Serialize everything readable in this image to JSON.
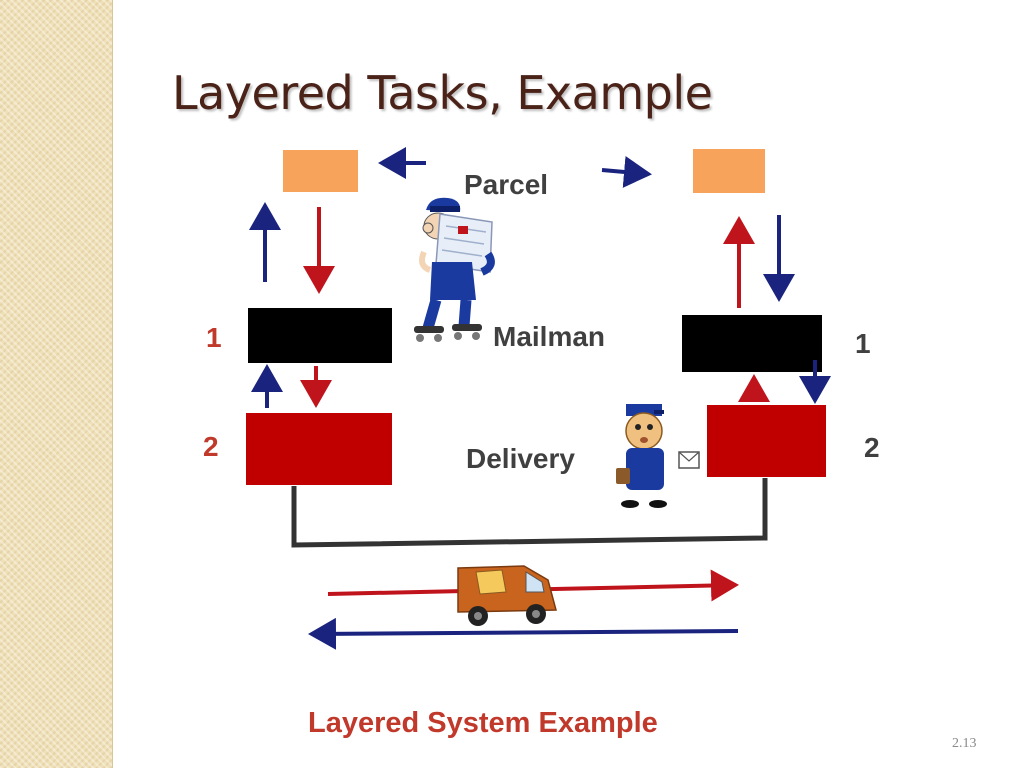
{
  "slide": {
    "title": "Layered Tasks, Example",
    "slide_number": "2.13"
  },
  "diagram": {
    "labels": {
      "parcel": "Parcel",
      "mailman": "Mailman",
      "delivery": "Delivery",
      "caption": "Layered System Example"
    },
    "layer_numbers": {
      "left_top": "1",
      "left_bottom": "2",
      "right_top": "1",
      "right_bottom": "2"
    },
    "colors": {
      "parcel_box": "#f7a35c",
      "layer1_box": "#000000",
      "layer2_box": "#c00000",
      "arrow_red": "#c0141c",
      "arrow_blue": "#1a237e",
      "connector": "#333333",
      "label_red": "#c0392b",
      "label_gray": "#404040",
      "title": "#4a2218",
      "van": "#c8641e"
    },
    "icons": [
      "mailman-figure-icon",
      "delivery-person-icon",
      "envelope-icon",
      "delivery-van-icon"
    ]
  }
}
